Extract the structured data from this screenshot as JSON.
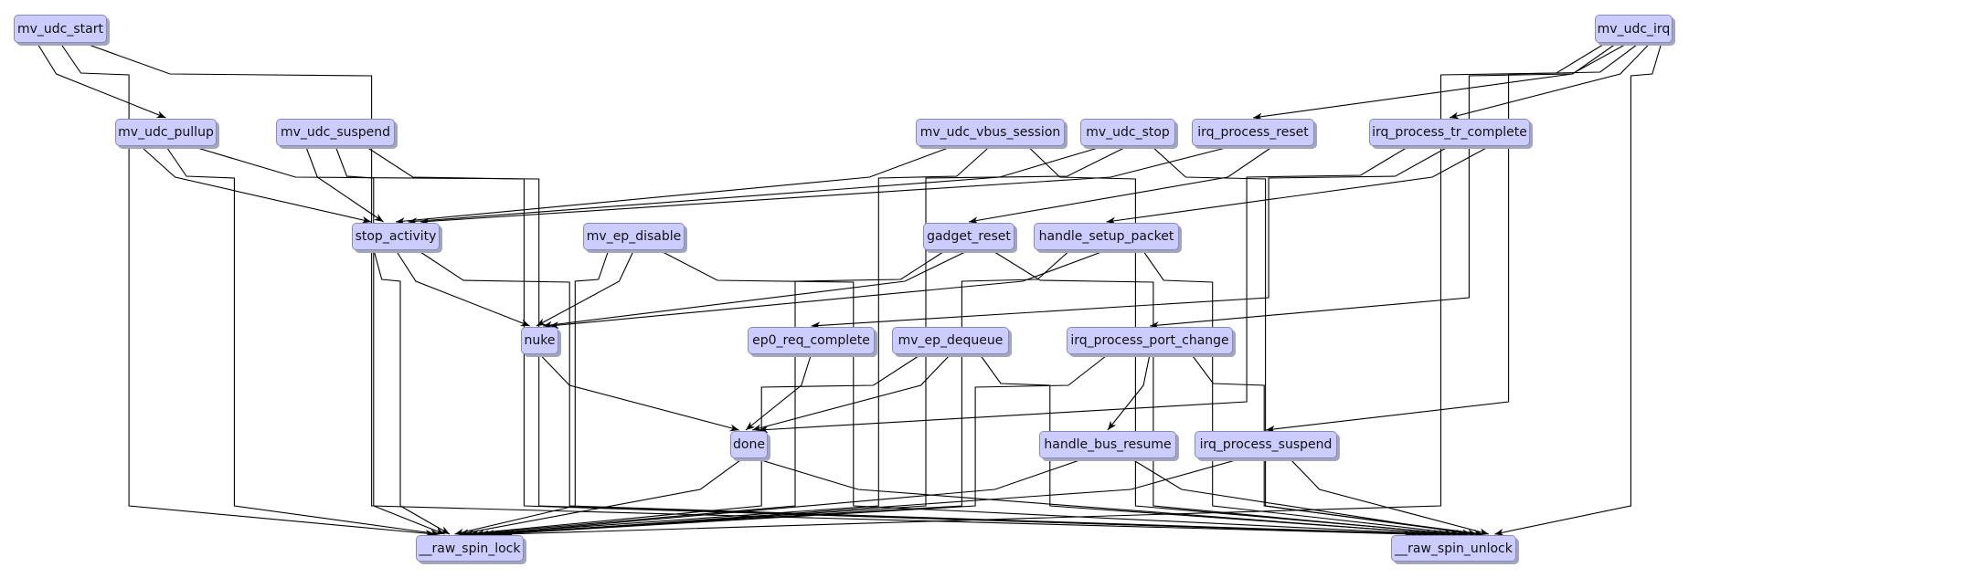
{
  "graph": {
    "title": "call graph",
    "colors": {
      "node_fill": "#ccccff",
      "node_border": "#8a8ab8",
      "edge": "#000000",
      "background": "#ffffff"
    },
    "nodes": [
      {
        "id": "mv_udc_start",
        "label": "mv_udc_start"
      },
      {
        "id": "mv_udc_irq",
        "label": "mv_udc_irq"
      },
      {
        "id": "mv_udc_pullup",
        "label": "mv_udc_pullup"
      },
      {
        "id": "mv_udc_suspend",
        "label": "mv_udc_suspend"
      },
      {
        "id": "mv_udc_vbus_session",
        "label": "mv_udc_vbus_session"
      },
      {
        "id": "mv_udc_stop",
        "label": "mv_udc_stop"
      },
      {
        "id": "irq_process_reset",
        "label": "irq_process_reset"
      },
      {
        "id": "irq_process_tr_complete",
        "label": "irq_process_tr_complete"
      },
      {
        "id": "stop_activity",
        "label": "stop_activity"
      },
      {
        "id": "mv_ep_disable",
        "label": "mv_ep_disable"
      },
      {
        "id": "gadget_reset",
        "label": "gadget_reset"
      },
      {
        "id": "handle_setup_packet",
        "label": "handle_setup_packet"
      },
      {
        "id": "nuke",
        "label": "nuke"
      },
      {
        "id": "ep0_req_complete",
        "label": "ep0_req_complete"
      },
      {
        "id": "mv_ep_dequeue",
        "label": "mv_ep_dequeue"
      },
      {
        "id": "irq_process_port_change",
        "label": "irq_process_port_change"
      },
      {
        "id": "done",
        "label": "done"
      },
      {
        "id": "handle_bus_resume",
        "label": "handle_bus_resume"
      },
      {
        "id": "irq_process_suspend",
        "label": "irq_process_suspend"
      },
      {
        "id": "__raw_spin_lock",
        "label": "__raw_spin_lock"
      },
      {
        "id": "__raw_spin_unlock",
        "label": "__raw_spin_unlock"
      }
    ],
    "edges": [
      {
        "from": "mv_udc_start",
        "to": "mv_udc_pullup"
      },
      {
        "from": "mv_udc_start",
        "to": "__raw_spin_lock"
      },
      {
        "from": "mv_udc_start",
        "to": "__raw_spin_unlock"
      },
      {
        "from": "mv_udc_irq",
        "to": "irq_process_reset"
      },
      {
        "from": "mv_udc_irq",
        "to": "irq_process_tr_complete"
      },
      {
        "from": "mv_udc_irq",
        "to": "irq_process_port_change"
      },
      {
        "from": "mv_udc_irq",
        "to": "irq_process_suspend"
      },
      {
        "from": "mv_udc_irq",
        "to": "__raw_spin_lock"
      },
      {
        "from": "mv_udc_irq",
        "to": "__raw_spin_unlock"
      },
      {
        "from": "mv_udc_pullup",
        "to": "stop_activity"
      },
      {
        "from": "mv_udc_pullup",
        "to": "__raw_spin_lock"
      },
      {
        "from": "mv_udc_pullup",
        "to": "__raw_spin_unlock"
      },
      {
        "from": "mv_udc_suspend",
        "to": "stop_activity"
      },
      {
        "from": "mv_udc_suspend",
        "to": "__raw_spin_lock"
      },
      {
        "from": "mv_udc_suspend",
        "to": "__raw_spin_unlock"
      },
      {
        "from": "mv_udc_vbus_session",
        "to": "stop_activity"
      },
      {
        "from": "mv_udc_vbus_session",
        "to": "__raw_spin_lock"
      },
      {
        "from": "mv_udc_vbus_session",
        "to": "__raw_spin_unlock"
      },
      {
        "from": "mv_udc_stop",
        "to": "stop_activity"
      },
      {
        "from": "mv_udc_stop",
        "to": "__raw_spin_lock"
      },
      {
        "from": "mv_udc_stop",
        "to": "__raw_spin_unlock"
      },
      {
        "from": "irq_process_reset",
        "to": "gadget_reset"
      },
      {
        "from": "irq_process_reset",
        "to": "stop_activity"
      },
      {
        "from": "irq_process_tr_complete",
        "to": "handle_setup_packet"
      },
      {
        "from": "irq_process_tr_complete",
        "to": "done"
      },
      {
        "from": "irq_process_tr_complete",
        "to": "ep0_req_complete"
      },
      {
        "from": "stop_activity",
        "to": "nuke"
      },
      {
        "from": "stop_activity",
        "to": "__raw_spin_lock"
      },
      {
        "from": "stop_activity",
        "to": "__raw_spin_unlock"
      },
      {
        "from": "mv_ep_disable",
        "to": "nuke"
      },
      {
        "from": "mv_ep_disable",
        "to": "__raw_spin_lock"
      },
      {
        "from": "mv_ep_disable",
        "to": "__raw_spin_unlock"
      },
      {
        "from": "gadget_reset",
        "to": "nuke"
      },
      {
        "from": "gadget_reset",
        "to": "__raw_spin_lock"
      },
      {
        "from": "gadget_reset",
        "to": "__raw_spin_unlock"
      },
      {
        "from": "handle_setup_packet",
        "to": "nuke"
      },
      {
        "from": "handle_setup_packet",
        "to": "__raw_spin_lock"
      },
      {
        "from": "handle_setup_packet",
        "to": "__raw_spin_unlock"
      },
      {
        "from": "nuke",
        "to": "done"
      },
      {
        "from": "ep0_req_complete",
        "to": "done"
      },
      {
        "from": "mv_ep_dequeue",
        "to": "done"
      },
      {
        "from": "mv_ep_dequeue",
        "to": "__raw_spin_lock"
      },
      {
        "from": "mv_ep_dequeue",
        "to": "__raw_spin_unlock"
      },
      {
        "from": "irq_process_port_change",
        "to": "handle_bus_resume"
      },
      {
        "from": "irq_process_port_change",
        "to": "__raw_spin_lock"
      },
      {
        "from": "irq_process_port_change",
        "to": "__raw_spin_unlock"
      },
      {
        "from": "done",
        "to": "__raw_spin_lock"
      },
      {
        "from": "done",
        "to": "__raw_spin_unlock"
      },
      {
        "from": "handle_bus_resume",
        "to": "__raw_spin_lock"
      },
      {
        "from": "handle_bus_resume",
        "to": "__raw_spin_unlock"
      },
      {
        "from": "irq_process_suspend",
        "to": "__raw_spin_lock"
      },
      {
        "from": "irq_process_suspend",
        "to": "__raw_spin_unlock"
      }
    ]
  }
}
